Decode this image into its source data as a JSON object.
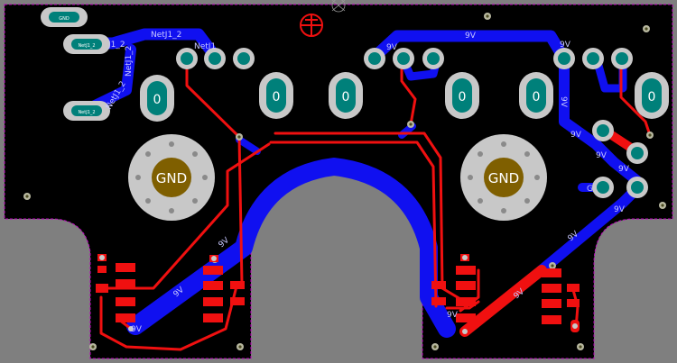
{
  "colors": {
    "background": "#7f7f7f",
    "board": "#000000",
    "outline": "#c000c0",
    "bottom_copper": "#1010f0",
    "top_copper": "#f01010",
    "pad_ring": "#c8c8c8",
    "pad_drill": "#00807a",
    "gnd_fill": "#7f5f00",
    "via_ring": "#b8b8a0",
    "via_hole": "#4a4a20",
    "smd_pad": "#f01010",
    "net_text_bottom": "#c8c8ff",
    "net_text_pad": "#ffffff"
  },
  "labels": {
    "gnd_left": "GND",
    "gnd_right": "GND",
    "gnd_partial": "G",
    "zero_1": "0",
    "zero_2": "0",
    "zero_3": "0",
    "zero_4": "0",
    "zero_5": "0",
    "zero_6": "0",
    "net_top": "NetJ1_2",
    "net_left_1": "J1_2",
    "net_left_2": "NetJ1_2",
    "net_left_3": "NetJ1_2",
    "net_mid": "NetJ1",
    "v9_top": "9V",
    "v9_top_2": "9V",
    "v9_right_1": "9V",
    "v9_right_2": "9V",
    "v9_right_3": "9V",
    "v9_right_4": "9V",
    "v9_right_5": "9V",
    "v9_left_1": "9V",
    "v9_left_2": "9V",
    "v9_bottom_left": "9V",
    "v9_bottom_right": "9V",
    "v9_red": "9V",
    "v9_mid": "9V",
    "pad_gnd_small": "GND",
    "pad_net": "NetJ1_2"
  }
}
